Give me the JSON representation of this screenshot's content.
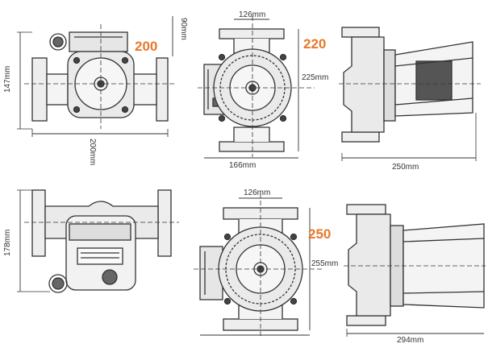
{
  "colors": {
    "model_label": "#e8782a",
    "line": "#333333",
    "body_fill": "#eeeeee",
    "dark_fill": "#555555"
  },
  "models": {
    "m200": {
      "label": "200",
      "height": "90mm",
      "side_height": "147mm",
      "length": "200mm"
    },
    "m220": {
      "label": "220",
      "top_width": "126mm",
      "center_height": "225mm",
      "width": "166mm",
      "depth": "250mm"
    },
    "m250": {
      "label": "250",
      "side_height": "178mm",
      "top_width": "126mm",
      "center_height": "255mm",
      "depth": "294mm"
    }
  }
}
